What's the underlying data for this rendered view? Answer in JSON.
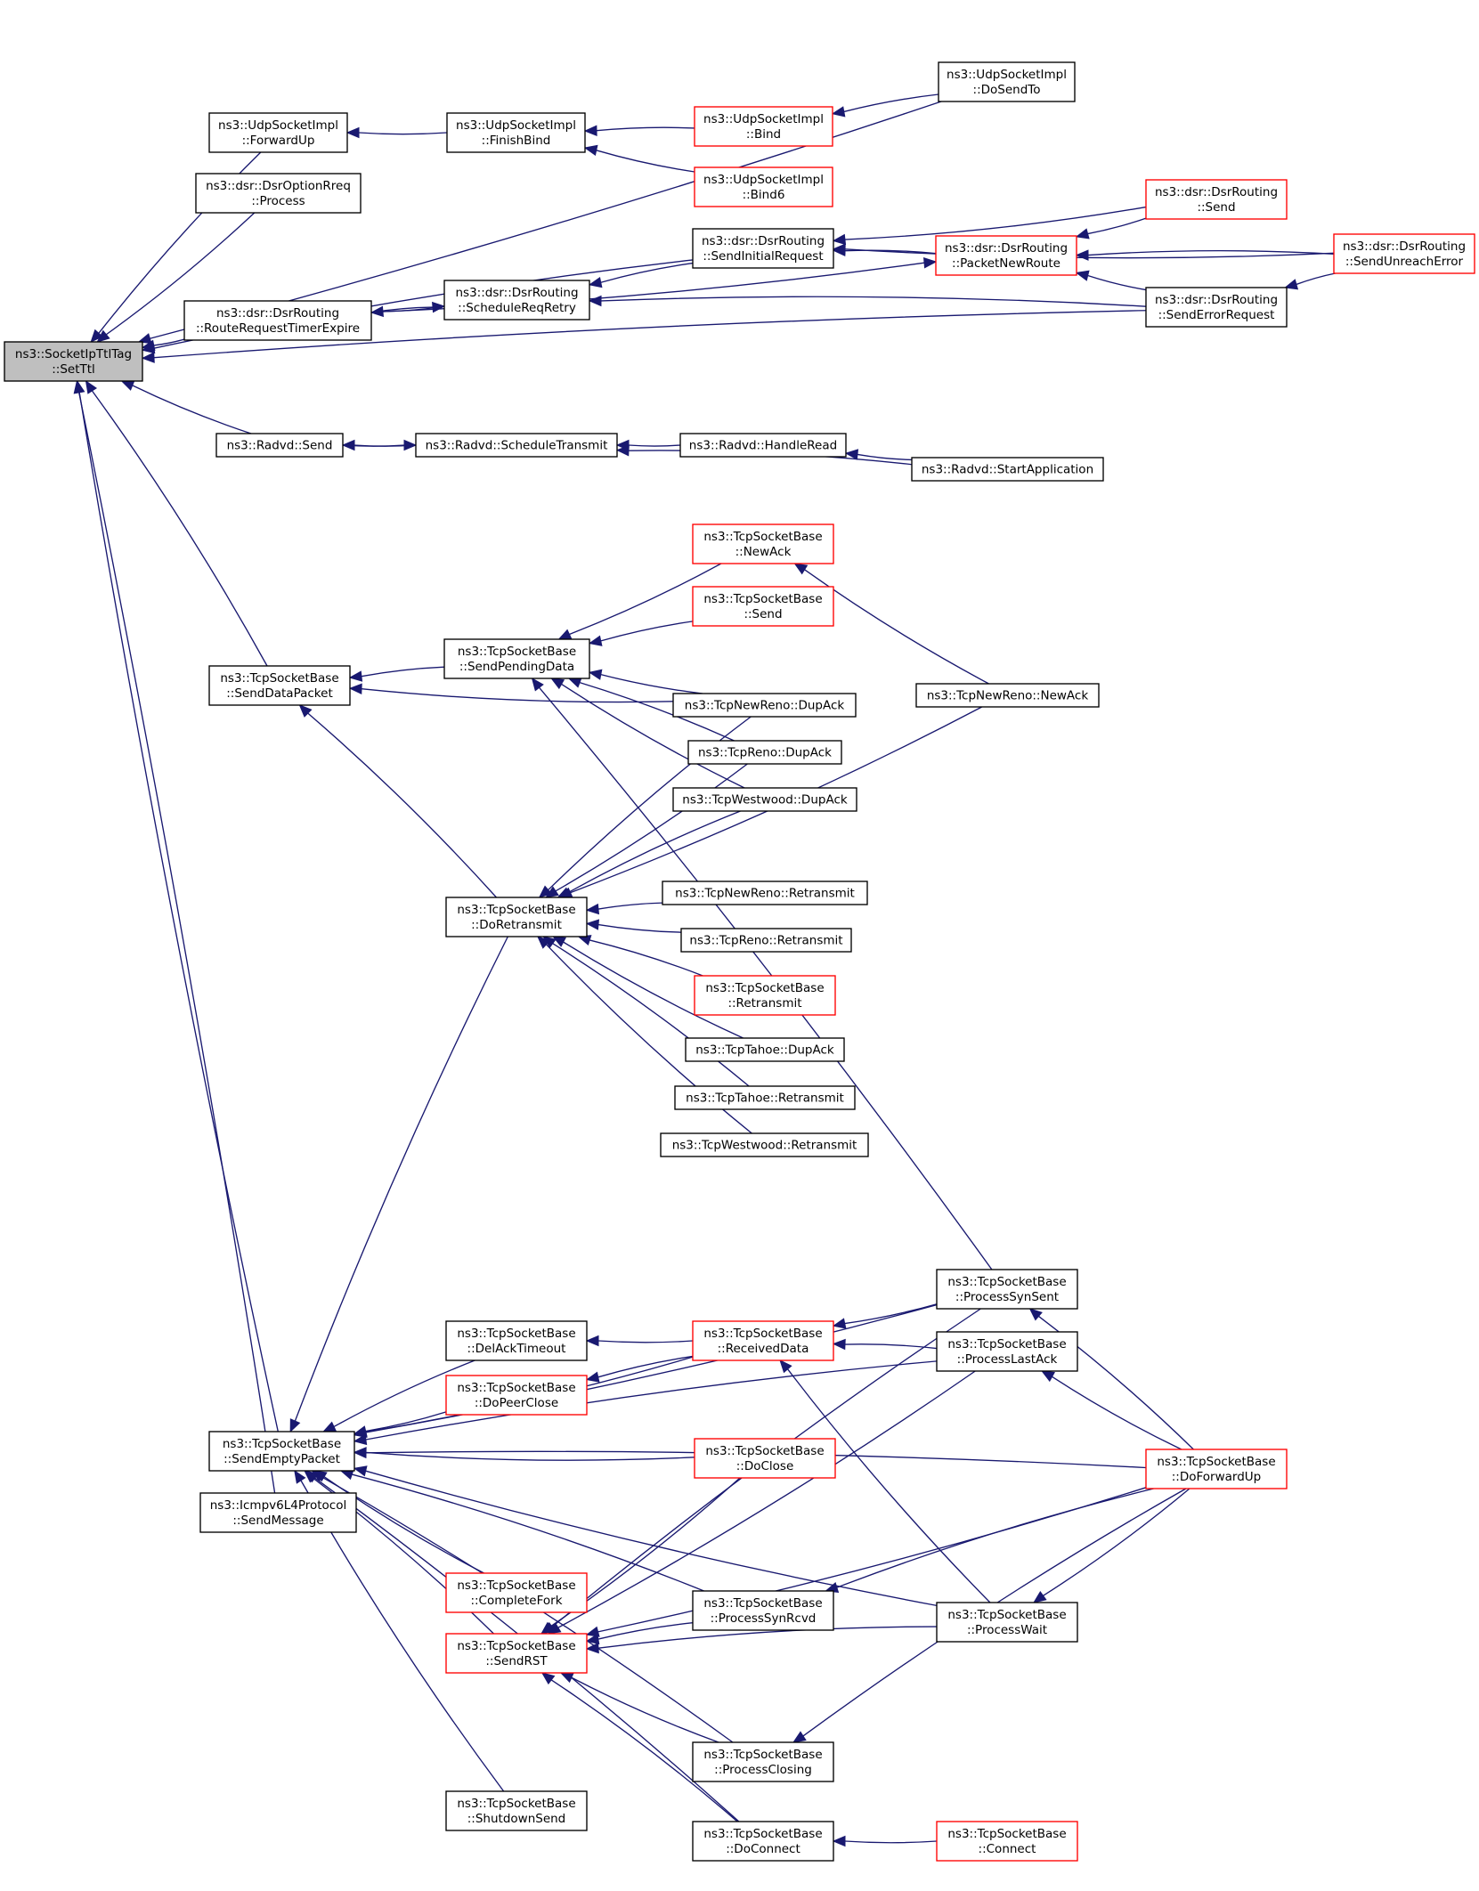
{
  "colors": {
    "edge": "#191970",
    "focus_fill": "#bfbfbf",
    "node_border": "#000000",
    "truncated_border": "#ff0000"
  },
  "nodes": [
    {
      "id": "settl",
      "lines": [
        "ns3::SocketIpTtlTag",
        "::SetTtl"
      ],
      "style": "focus"
    },
    {
      "id": "udp_dosendto",
      "lines": [
        "ns3::UdpSocketImpl",
        "::DoSendTo"
      ],
      "style": "normal"
    },
    {
      "id": "udp_forwardup",
      "lines": [
        "ns3::UdpSocketImpl",
        "::ForwardUp"
      ],
      "style": "normal"
    },
    {
      "id": "udp_finishbind",
      "lines": [
        "ns3::UdpSocketImpl",
        "::FinishBind"
      ],
      "style": "normal"
    },
    {
      "id": "udp_bind",
      "lines": [
        "ns3::UdpSocketImpl",
        "::Bind"
      ],
      "style": "truncated"
    },
    {
      "id": "udp_bind6",
      "lines": [
        "ns3::UdpSocketImpl",
        "::Bind6"
      ],
      "style": "truncated"
    },
    {
      "id": "dsr_optrreq",
      "lines": [
        "ns3::dsr::DsrOptionRreq",
        "::Process"
      ],
      "style": "normal"
    },
    {
      "id": "dsr_sendinit",
      "lines": [
        "ns3::dsr::DsrRouting",
        "::SendInitialRequest"
      ],
      "style": "normal"
    },
    {
      "id": "dsr_send",
      "lines": [
        "ns3::dsr::DsrRouting",
        "::Send"
      ],
      "style": "truncated"
    },
    {
      "id": "dsr_pktnew",
      "lines": [
        "ns3::dsr::DsrRouting",
        "::PacketNewRoute"
      ],
      "style": "truncated"
    },
    {
      "id": "dsr_unreach",
      "lines": [
        "ns3::dsr::DsrRouting",
        "::SendUnreachError"
      ],
      "style": "truncated"
    },
    {
      "id": "dsr_rrte",
      "lines": [
        "ns3::dsr::DsrRouting",
        "::RouteRequestTimerExpire"
      ],
      "style": "normal"
    },
    {
      "id": "dsr_sched",
      "lines": [
        "ns3::dsr::DsrRouting",
        "::ScheduleReqRetry"
      ],
      "style": "normal"
    },
    {
      "id": "dsr_senderr",
      "lines": [
        "ns3::dsr::DsrRouting",
        "::SendErrorRequest"
      ],
      "style": "normal"
    },
    {
      "id": "radvd_send",
      "lines": [
        "ns3::Radvd::Send"
      ],
      "style": "normal"
    },
    {
      "id": "radvd_sched",
      "lines": [
        "ns3::Radvd::ScheduleTransmit"
      ],
      "style": "normal"
    },
    {
      "id": "radvd_read",
      "lines": [
        "ns3::Radvd::HandleRead"
      ],
      "style": "normal"
    },
    {
      "id": "radvd_start",
      "lines": [
        "ns3::Radvd::StartApplication"
      ],
      "style": "normal"
    },
    {
      "id": "tcp_newack",
      "lines": [
        "ns3::TcpSocketBase",
        "::NewAck"
      ],
      "style": "truncated"
    },
    {
      "id": "tcp_send",
      "lines": [
        "ns3::TcpSocketBase",
        "::Send"
      ],
      "style": "truncated"
    },
    {
      "id": "tcp_spd",
      "lines": [
        "ns3::TcpSocketBase",
        "::SendPendingData"
      ],
      "style": "normal"
    },
    {
      "id": "tcp_sdp",
      "lines": [
        "ns3::TcpSocketBase",
        "::SendDataPacket"
      ],
      "style": "normal"
    },
    {
      "id": "newreno_dupack",
      "lines": [
        "ns3::TcpNewReno::DupAck"
      ],
      "style": "normal"
    },
    {
      "id": "newreno_newack",
      "lines": [
        "ns3::TcpNewReno::NewAck"
      ],
      "style": "normal"
    },
    {
      "id": "reno_dupack",
      "lines": [
        "ns3::TcpReno::DupAck"
      ],
      "style": "normal"
    },
    {
      "id": "westwood_dupack",
      "lines": [
        "ns3::TcpWestwood::DupAck"
      ],
      "style": "normal"
    },
    {
      "id": "tcp_doretx",
      "lines": [
        "ns3::TcpSocketBase",
        "::DoRetransmit"
      ],
      "style": "normal"
    },
    {
      "id": "newreno_retx",
      "lines": [
        "ns3::TcpNewReno::Retransmit"
      ],
      "style": "normal"
    },
    {
      "id": "reno_retx",
      "lines": [
        "ns3::TcpReno::Retransmit"
      ],
      "style": "normal"
    },
    {
      "id": "tcp_retx",
      "lines": [
        "ns3::TcpSocketBase",
        "::Retransmit"
      ],
      "style": "truncated"
    },
    {
      "id": "tahoe_dupack",
      "lines": [
        "ns3::TcpTahoe::DupAck"
      ],
      "style": "normal"
    },
    {
      "id": "tahoe_retx",
      "lines": [
        "ns3::TcpTahoe::Retransmit"
      ],
      "style": "normal"
    },
    {
      "id": "westwood_retx",
      "lines": [
        "ns3::TcpWestwood::Retransmit"
      ],
      "style": "normal"
    },
    {
      "id": "tcp_synsent",
      "lines": [
        "ns3::TcpSocketBase",
        "::ProcessSynSent"
      ],
      "style": "normal"
    },
    {
      "id": "tcp_delack",
      "lines": [
        "ns3::TcpSocketBase",
        "::DelAckTimeout"
      ],
      "style": "normal"
    },
    {
      "id": "tcp_recvdata",
      "lines": [
        "ns3::TcpSocketBase",
        "::ReceivedData"
      ],
      "style": "truncated"
    },
    {
      "id": "tcp_lastack",
      "lines": [
        "ns3::TcpSocketBase",
        "::ProcessLastAck"
      ],
      "style": "normal"
    },
    {
      "id": "tcp_peerclose",
      "lines": [
        "ns3::TcpSocketBase",
        "::DoPeerClose"
      ],
      "style": "truncated"
    },
    {
      "id": "tcp_sep",
      "lines": [
        "ns3::TcpSocketBase",
        "::SendEmptyPacket"
      ],
      "style": "normal"
    },
    {
      "id": "tcp_doclose",
      "lines": [
        "ns3::TcpSocketBase",
        "::DoClose"
      ],
      "style": "truncated"
    },
    {
      "id": "tcp_fwdup",
      "lines": [
        "ns3::TcpSocketBase",
        "::DoForwardUp"
      ],
      "style": "truncated"
    },
    {
      "id": "icmp_sendmsg",
      "lines": [
        "ns3::Icmpv6L4Protocol",
        "::SendMessage"
      ],
      "style": "normal"
    },
    {
      "id": "tcp_complete",
      "lines": [
        "ns3::TcpSocketBase",
        "::CompleteFork"
      ],
      "style": "truncated"
    },
    {
      "id": "tcp_synrcvd",
      "lines": [
        "ns3::TcpSocketBase",
        "::ProcessSynRcvd"
      ],
      "style": "normal"
    },
    {
      "id": "tcp_sendrst",
      "lines": [
        "ns3::TcpSocketBase",
        "::SendRST"
      ],
      "style": "truncated"
    },
    {
      "id": "tcp_wait",
      "lines": [
        "ns3::TcpSocketBase",
        "::ProcessWait"
      ],
      "style": "normal"
    },
    {
      "id": "tcp_closing",
      "lines": [
        "ns3::TcpSocketBase",
        "::ProcessClosing"
      ],
      "style": "normal"
    },
    {
      "id": "tcp_shutdown",
      "lines": [
        "ns3::TcpSocketBase",
        "::ShutdownSend"
      ],
      "style": "normal"
    },
    {
      "id": "tcp_doconnect",
      "lines": [
        "ns3::TcpSocketBase",
        "::DoConnect"
      ],
      "style": "normal"
    },
    {
      "id": "tcp_connect",
      "lines": [
        "ns3::TcpSocketBase",
        "::Connect"
      ],
      "style": "truncated"
    }
  ],
  "edges": [
    {
      "from": "udp_dosendto",
      "to": "settl"
    },
    {
      "from": "udp_forwardup",
      "to": "settl"
    },
    {
      "from": "dsr_optrreq",
      "to": "settl"
    },
    {
      "from": "dsr_sendinit",
      "to": "settl"
    },
    {
      "from": "dsr_rrte",
      "to": "settl"
    },
    {
      "from": "dsr_senderr",
      "to": "settl"
    },
    {
      "from": "radvd_send",
      "to": "settl"
    },
    {
      "from": "tcp_sdp",
      "to": "settl"
    },
    {
      "from": "tcp_sep",
      "to": "settl"
    },
    {
      "from": "icmp_sendmsg",
      "to": "settl"
    },
    {
      "from": "udp_finishbind",
      "to": "udp_forwardup"
    },
    {
      "from": "udp_bind",
      "to": "udp_finishbind"
    },
    {
      "from": "udp_bind6",
      "to": "udp_finishbind"
    },
    {
      "from": "udp_dosendto",
      "to": "udp_bind"
    },
    {
      "from": "dsr_send",
      "to": "dsr_sendinit"
    },
    {
      "from": "dsr_pktnew",
      "to": "dsr_sendinit"
    },
    {
      "from": "dsr_unreach",
      "to": "dsr_sendinit"
    },
    {
      "from": "dsr_sendinit",
      "to": "dsr_sched"
    },
    {
      "from": "dsr_rrte",
      "to": "dsr_sched"
    },
    {
      "from": "dsr_senderr",
      "to": "dsr_sched"
    },
    {
      "from": "dsr_sched",
      "to": "dsr_rrte"
    },
    {
      "from": "dsr_rrte",
      "to": "dsr_pktnew"
    },
    {
      "from": "dsr_send",
      "to": "dsr_pktnew"
    },
    {
      "from": "dsr_unreach",
      "to": "dsr_pktnew"
    },
    {
      "from": "dsr_senderr",
      "to": "dsr_pktnew"
    },
    {
      "from": "dsr_unreach",
      "to": "dsr_senderr"
    },
    {
      "from": "radvd_sched",
      "to": "radvd_send"
    },
    {
      "from": "radvd_send",
      "to": "radvd_sched"
    },
    {
      "from": "radvd_read",
      "to": "radvd_sched"
    },
    {
      "from": "radvd_start",
      "to": "radvd_sched"
    },
    {
      "from": "radvd_start",
      "to": "radvd_read"
    },
    {
      "from": "tcp_spd",
      "to": "tcp_sdp"
    },
    {
      "from": "newreno_dupack",
      "to": "tcp_sdp"
    },
    {
      "from": "tcp_doretx",
      "to": "tcp_sdp"
    },
    {
      "from": "tcp_newack",
      "to": "tcp_spd"
    },
    {
      "from": "tcp_send",
      "to": "tcp_spd"
    },
    {
      "from": "newreno_dupack",
      "to": "tcp_spd"
    },
    {
      "from": "reno_dupack",
      "to": "tcp_spd"
    },
    {
      "from": "westwood_dupack",
      "to": "tcp_spd"
    },
    {
      "from": "tcp_synsent",
      "to": "tcp_spd"
    },
    {
      "from": "newreno_newack",
      "to": "tcp_newack"
    },
    {
      "from": "newreno_dupack",
      "to": "tcp_doretx"
    },
    {
      "from": "reno_dupack",
      "to": "tcp_doretx"
    },
    {
      "from": "westwood_dupack",
      "to": "tcp_doretx"
    },
    {
      "from": "newreno_newack",
      "to": "tcp_doretx"
    },
    {
      "from": "newreno_retx",
      "to": "tcp_doretx"
    },
    {
      "from": "reno_retx",
      "to": "tcp_doretx"
    },
    {
      "from": "tcp_retx",
      "to": "tcp_doretx"
    },
    {
      "from": "tahoe_dupack",
      "to": "tcp_doretx"
    },
    {
      "from": "tahoe_retx",
      "to": "tcp_doretx"
    },
    {
      "from": "westwood_retx",
      "to": "tcp_doretx"
    },
    {
      "from": "tcp_doretx",
      "to": "tcp_sep"
    },
    {
      "from": "tcp_synsent",
      "to": "tcp_sep"
    },
    {
      "from": "tcp_lastack",
      "to": "tcp_sep"
    },
    {
      "from": "tcp_recvdata",
      "to": "tcp_sep"
    },
    {
      "from": "tcp_delack",
      "to": "tcp_sep"
    },
    {
      "from": "tcp_peerclose",
      "to": "tcp_sep"
    },
    {
      "from": "tcp_fwdup",
      "to": "tcp_sep"
    },
    {
      "from": "tcp_doclose",
      "to": "tcp_sep"
    },
    {
      "from": "tcp_synrcvd",
      "to": "tcp_sep"
    },
    {
      "from": "tcp_complete",
      "to": "tcp_sep"
    },
    {
      "from": "tcp_sendrst",
      "to": "tcp_sep"
    },
    {
      "from": "tcp_wait",
      "to": "tcp_sep"
    },
    {
      "from": "tcp_closing",
      "to": "tcp_sep"
    },
    {
      "from": "tcp_shutdown",
      "to": "tcp_sep"
    },
    {
      "from": "tcp_doconnect",
      "to": "tcp_sep"
    },
    {
      "from": "tcp_recvdata",
      "to": "tcp_delack"
    },
    {
      "from": "tcp_recvdata",
      "to": "tcp_peerclose"
    },
    {
      "from": "tcp_synsent",
      "to": "tcp_recvdata"
    },
    {
      "from": "tcp_lastack",
      "to": "tcp_recvdata"
    },
    {
      "from": "tcp_wait",
      "to": "tcp_recvdata"
    },
    {
      "from": "tcp_fwdup",
      "to": "tcp_synsent"
    },
    {
      "from": "tcp_fwdup",
      "to": "tcp_lastack"
    },
    {
      "from": "tcp_fwdup",
      "to": "tcp_synrcvd"
    },
    {
      "from": "tcp_fwdup",
      "to": "tcp_wait"
    },
    {
      "from": "tcp_fwdup",
      "to": "tcp_closing"
    },
    {
      "from": "tcp_doclose",
      "to": "tcp_sendrst"
    },
    {
      "from": "tcp_synsent",
      "to": "tcp_sendrst"
    },
    {
      "from": "tcp_lastack",
      "to": "tcp_sendrst"
    },
    {
      "from": "tcp_synrcvd",
      "to": "tcp_sendrst"
    },
    {
      "from": "tcp_fwdup",
      "to": "tcp_sendrst"
    },
    {
      "from": "tcp_wait",
      "to": "tcp_sendrst"
    },
    {
      "from": "tcp_closing",
      "to": "tcp_sendrst"
    },
    {
      "from": "tcp_doconnect",
      "to": "tcp_sendrst"
    },
    {
      "from": "tcp_connect",
      "to": "tcp_doconnect"
    }
  ]
}
